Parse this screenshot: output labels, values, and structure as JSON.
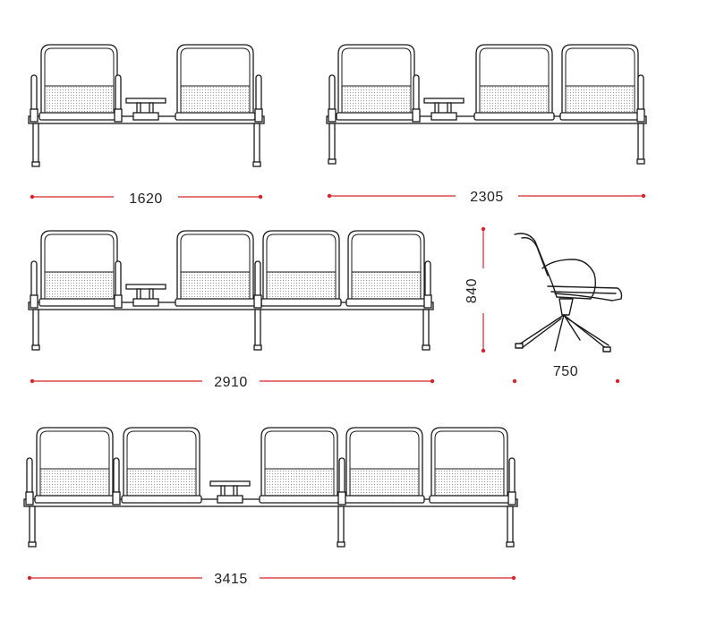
{
  "dimensions": {
    "row1_left": "1620",
    "row1_right": "2305",
    "row2": "2910",
    "side_height": "840",
    "side_depth": "750",
    "row4": "3415"
  },
  "colors": {
    "line": "#1a1a1a",
    "dimension": "#d8232a",
    "mesh": "#b8b8b8",
    "label": "#222222"
  }
}
